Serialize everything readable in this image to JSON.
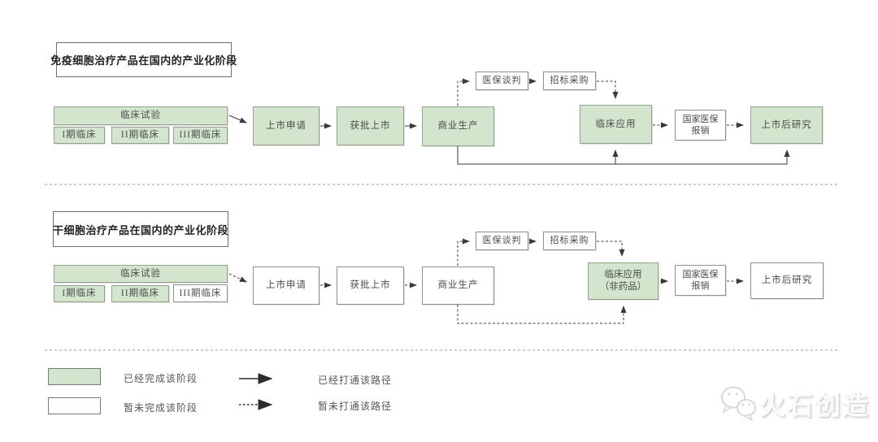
{
  "colors": {
    "completed_fill": "#d3e6cd",
    "pending_fill": "#ffffff",
    "box_border": "#8f8f8f",
    "arrow": "#3a3a3a",
    "text": "#4a4a4a"
  },
  "charts": [
    {
      "title": "免疫细胞治疗产品在国内的产业化阶段",
      "nodes": {
        "clinical_trial": "临床试验",
        "phase1": "I期临床",
        "phase2": "II期临床",
        "phase3": "III期临床",
        "apply": "上市申请",
        "approve": "获批上市",
        "produce": "商业生产",
        "negotiate": "医保谈判",
        "tender": "招标采购",
        "clinical_use": "临床应用",
        "reimburse_line1": "国家医保",
        "reimburse_line2": "报销",
        "post_market": "上市后研究"
      }
    },
    {
      "title": "干细胞治疗产品在国内的产业化阶段",
      "nodes": {
        "clinical_trial": "临床试验",
        "phase1": "I期临床",
        "phase2": "II期临床",
        "phase3": "III期临床",
        "apply": "上市申请",
        "approve": "获批上市",
        "produce": "商业生产",
        "negotiate": "医保谈判",
        "tender": "招标采购",
        "clinical_use_line1": "临床应用",
        "clinical_use_line2": "（非药品）",
        "reimburse_line1": "国家医保",
        "reimburse_line2": "报销",
        "post_market": "上市后研究"
      }
    }
  ],
  "legend": {
    "completed_stage": "已经完成该阶段",
    "pending_stage": "暂未完成该阶段",
    "opened_path": "已经打通该路径",
    "unopened_path": "暂未打通该路径"
  },
  "watermark": {
    "brand": "火石创造"
  }
}
